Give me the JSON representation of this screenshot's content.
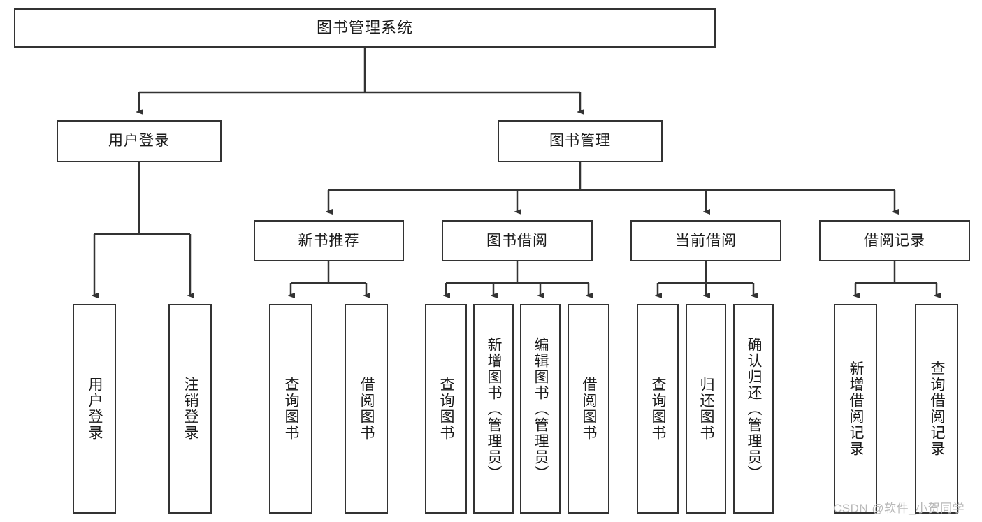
{
  "diagram": {
    "title": "图书管理系统",
    "watermark": "CSDN @软件_小贺同学",
    "line_color": "#333333",
    "box_border_color": "#333333",
    "box_fill_color": "#ffffff",
    "text_color": "#1a1a1a",
    "background": "#ffffff"
  },
  "root": {
    "label": "图书管理系统"
  },
  "level2": [
    {
      "label": "用户登录"
    },
    {
      "label": "图书管理"
    }
  ],
  "level3": [
    {
      "label": "新书推荐"
    },
    {
      "label": "图书借阅"
    },
    {
      "label": "当前借阅"
    },
    {
      "label": "借阅记录"
    }
  ],
  "leaves": {
    "user_login": [
      {
        "label": "用户登录"
      },
      {
        "label": "注销登录"
      }
    ],
    "new_book_recommend": [
      {
        "label": "查询图书"
      },
      {
        "label": "借阅图书"
      }
    ],
    "book_borrow": [
      {
        "label": "查询图书"
      },
      {
        "label": "新增图书（管理员）"
      },
      {
        "label": "编辑图书（管理员）"
      },
      {
        "label": "借阅图书"
      }
    ],
    "current_borrow": [
      {
        "label": "查询图书"
      },
      {
        "label": "归还图书"
      },
      {
        "label": "确认归还（管理员）"
      }
    ],
    "borrow_records": [
      {
        "label": "新增借阅记录"
      },
      {
        "label": "查询借阅记录"
      }
    ]
  }
}
